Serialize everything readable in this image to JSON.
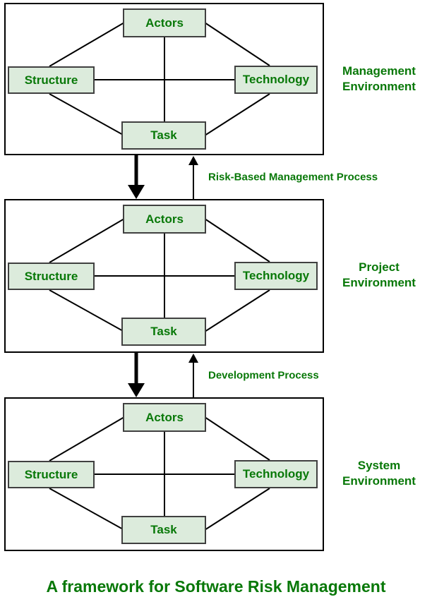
{
  "caption": "A framework for Software Risk Management",
  "colors": {
    "diagram_green": "#087808",
    "node_fill": "#dcebdc",
    "node_border": "#404040",
    "line_color": "#000000"
  },
  "sections": [
    {
      "environment_label": "Management Environment",
      "nodes": {
        "top": "Actors",
        "left": "Structure",
        "right": "Technology",
        "bottom": "Task"
      }
    },
    {
      "environment_label": "Project Environment",
      "nodes": {
        "top": "Actors",
        "left": "Structure",
        "right": "Technology",
        "bottom": "Task"
      }
    },
    {
      "environment_label": "System Environment",
      "nodes": {
        "top": "Actors",
        "left": "Structure",
        "right": "Technology",
        "bottom": "Task"
      }
    }
  ],
  "processes": [
    {
      "label": "Risk-Based Management Process"
    },
    {
      "label": "Development Process"
    }
  ]
}
